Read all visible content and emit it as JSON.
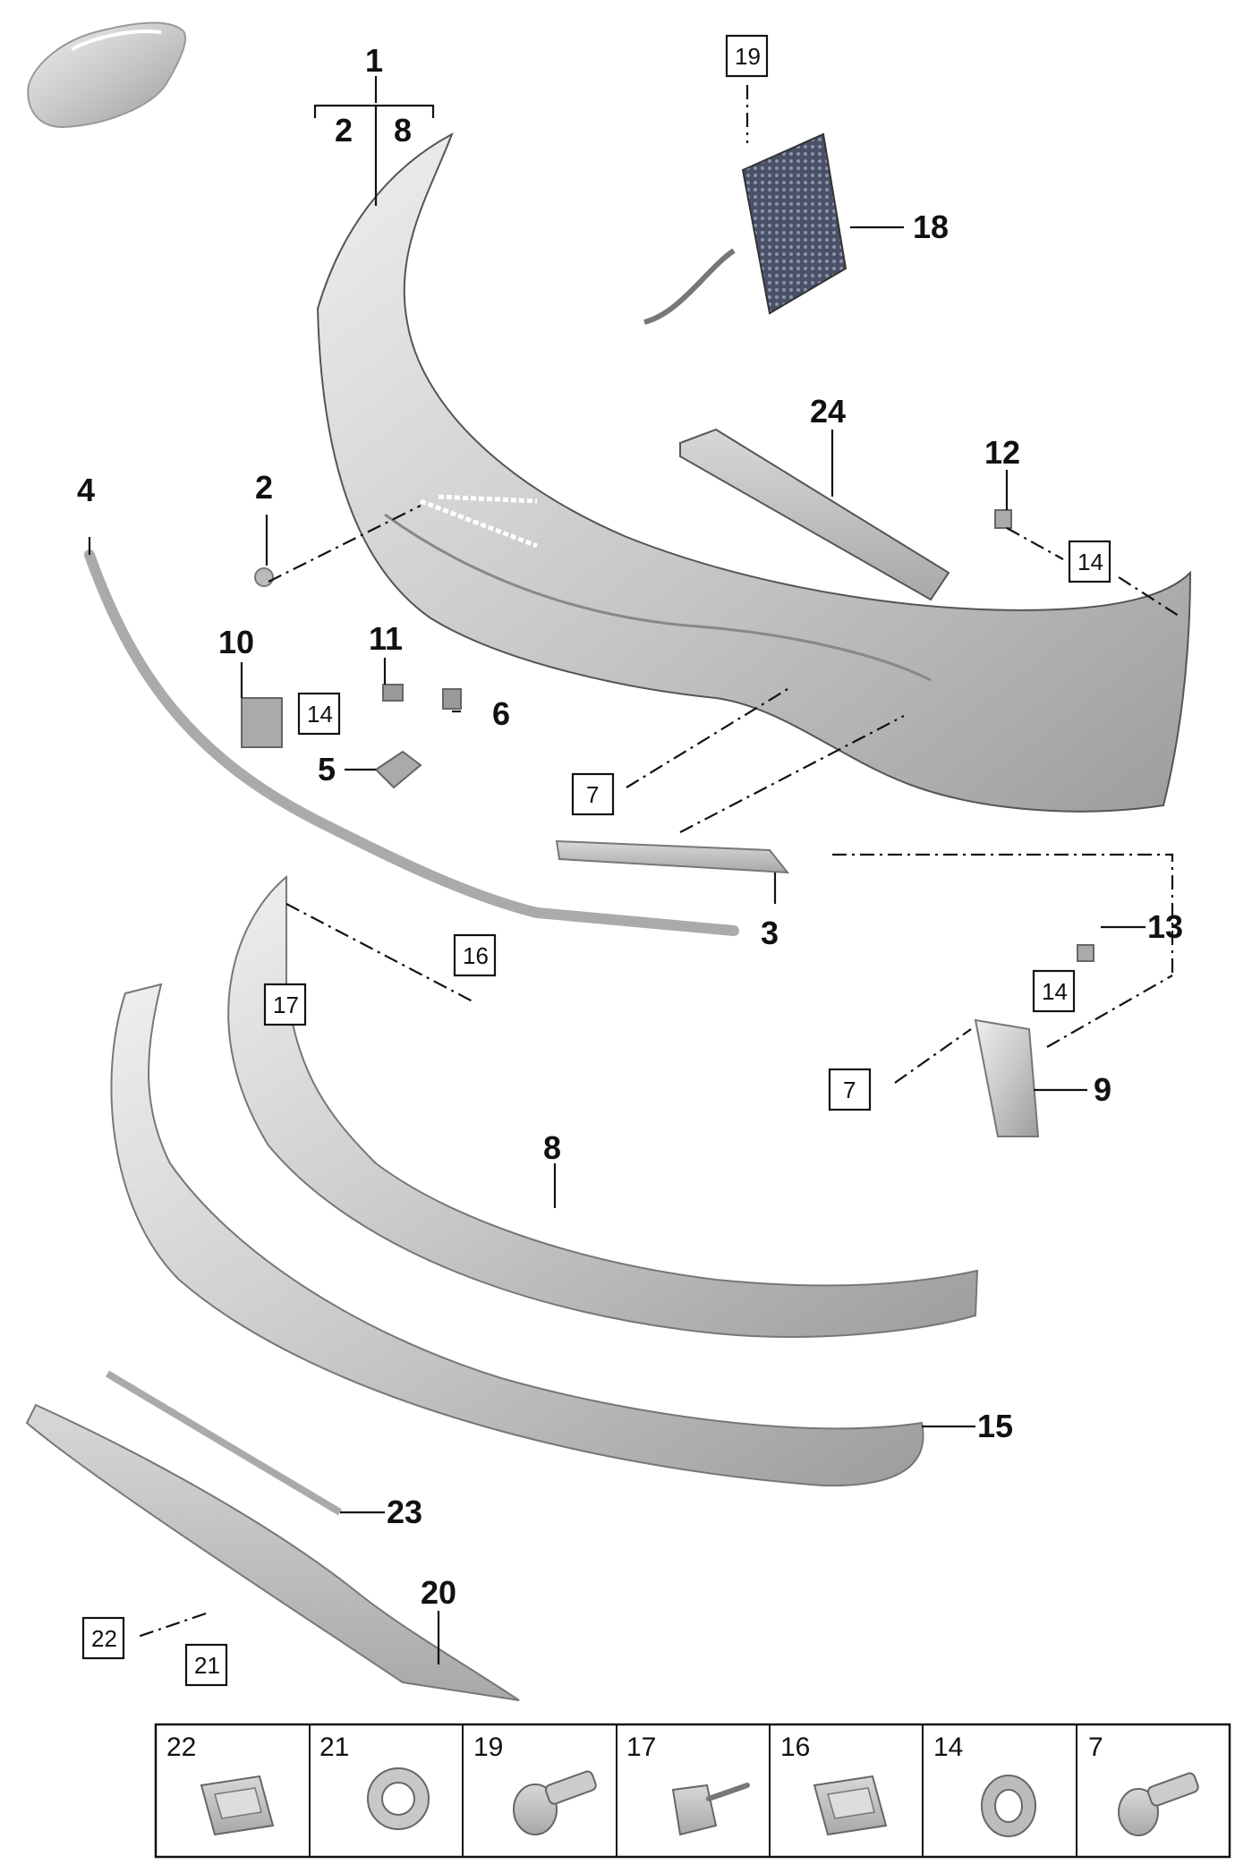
{
  "callouts": {
    "c1": "1",
    "c2a": "2",
    "c8a": "8",
    "c2b": "2",
    "c4": "4",
    "c10": "10",
    "c11": "11",
    "c6": "6",
    "c5": "5",
    "c3": "3",
    "c18": "18",
    "c24": "24",
    "c12": "12",
    "c13": "13",
    "c9": "9",
    "c8b": "8",
    "c15": "15",
    "c23": "23",
    "c20": "20"
  },
  "boxed_refs": {
    "b19": "19",
    "b14a": "14",
    "b14b": "14",
    "b14c": "14",
    "b7a": "7",
    "b7b": "7",
    "b16": "16",
    "b17": "17",
    "b22": "22",
    "b21": "21"
  },
  "hardware_strip": [
    {
      "label": "22",
      "icon": "clip-nut-icon"
    },
    {
      "label": "21",
      "icon": "retaining-ring-icon"
    },
    {
      "label": "19",
      "icon": "bolt-icon"
    },
    {
      "label": "17",
      "icon": "screw-icon"
    },
    {
      "label": "16",
      "icon": "clip-nut-icon"
    },
    {
      "label": "14",
      "icon": "grommet-nut-icon"
    },
    {
      "label": "7",
      "icon": "bolt-icon"
    }
  ]
}
